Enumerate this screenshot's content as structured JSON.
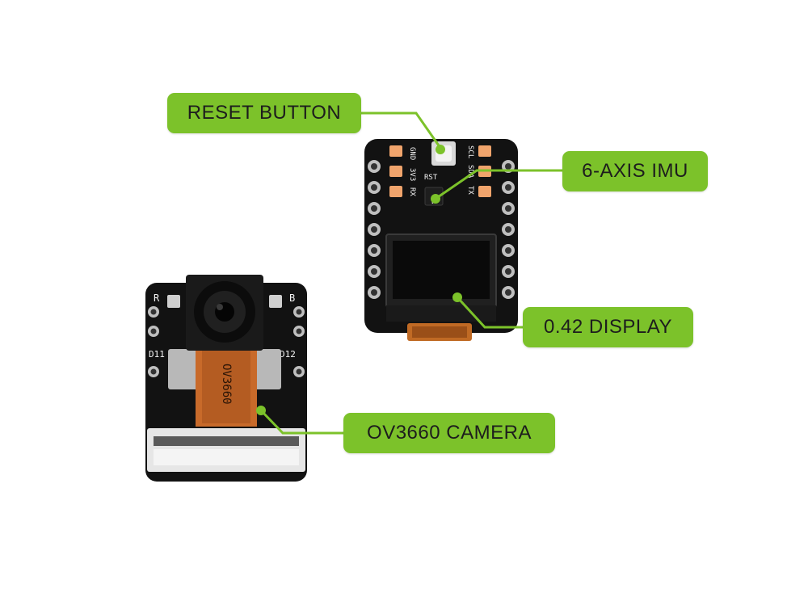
{
  "callouts": {
    "reset": "RESET BUTTON",
    "imu": "6-AXIS IMU",
    "display": "0.42 DISPLAY",
    "camera": "OV3660 CAMERA"
  },
  "main_board": {
    "silkscreen": {
      "gnd": "GND",
      "v33": "3V3",
      "rx": "RX",
      "rst": "RST",
      "scl": "SCL",
      "sda": "SDA",
      "tx": "TX"
    }
  },
  "camera_board": {
    "silkscreen": {
      "r": "R",
      "b": "B",
      "d11": "D11",
      "d12": "D12",
      "flex": "OV3660"
    }
  },
  "colors": {
    "accent": "#7cc22a",
    "pcb": "#141414",
    "pad": "#f0a46c",
    "flex": "#c86a2a"
  }
}
